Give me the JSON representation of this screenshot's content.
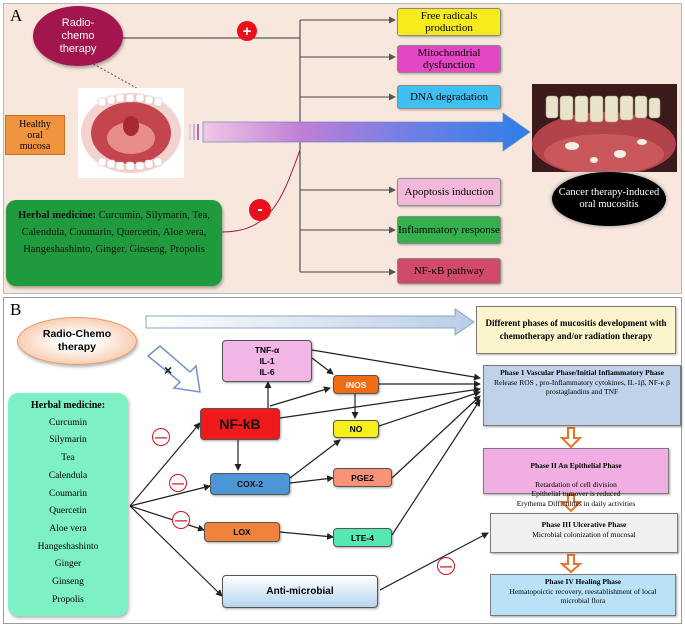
{
  "panel_a": {
    "label": "A",
    "radio": "Radio-\nchemo\ntherapy",
    "healthy": "Healthy\noral\nmucosa",
    "plus": "+",
    "minus": "-",
    "herbal_title": "Herbal medicine:",
    "herbal_text": " Curcumin, Silymarin, Tea, Calendula, Coumarin, Quercetin, Aloe vera, Hangeshashinto, Ginger, Ginseng, Propolis",
    "effects": [
      "Free radicals production",
      "Mitochondrial dysfunction",
      "DNA degradation",
      "Apoptosis induction",
      "Inflammatory response",
      "NF-κB pathway"
    ],
    "outcome": "Cancer therapy-induced oral mucositis",
    "colors": {
      "radio": "#a3154e",
      "healthy": "#f0953e",
      "herbal": "#1f9b3e",
      "ellipse": "#000000"
    }
  },
  "panel_b": {
    "label": "B",
    "radio": "Radio-Chemo\ntherapy",
    "x_mark": "×",
    "phases_title": "Different phases of mucositis development with chemotherapy and/or radiation therapy",
    "herbal_title": "Herbal medicine:",
    "herbs": [
      "Curcumin",
      "Silymarin",
      "Tea",
      "Calendula",
      "Coumarin",
      "Quercetin",
      "Aloe vera",
      "Hangeshashinto",
      "Ginger",
      "Ginseng",
      "Propolis"
    ],
    "tnf": "TNF-α\nIL-1\nIL-6",
    "nfkb": "NF-kB",
    "inos": "iNOS",
    "no": "NO",
    "cox2": "COX-2",
    "pge2": "PGE2",
    "lox": "LOX",
    "lte4": "LTE-4",
    "antimicrobial": "Anti-microbial",
    "minus": "—",
    "phase1_title": "Phase 1 Vascular Phase/Initial Inflammatory Phase",
    "phase1_text": "Release ROS , pro-Inflammatory cytokines, IL-1β, NF-κ β prostaglandins and TNF",
    "phase2_title": "Phase II An Epithelial Phase",
    "phase2_text": "Retardation of cell division\nEpithelial turnover  is reduced\nErythema Difficulties in daily activities",
    "phase3_title": "Phase III Ulcerative Phase",
    "phase3_text": "Microbial colonization of mucosal",
    "phase4_title": "Phase IV Healing Phase",
    "phase4_text": "Hematopoictic recovery, reestablishment of local microbial flora"
  }
}
